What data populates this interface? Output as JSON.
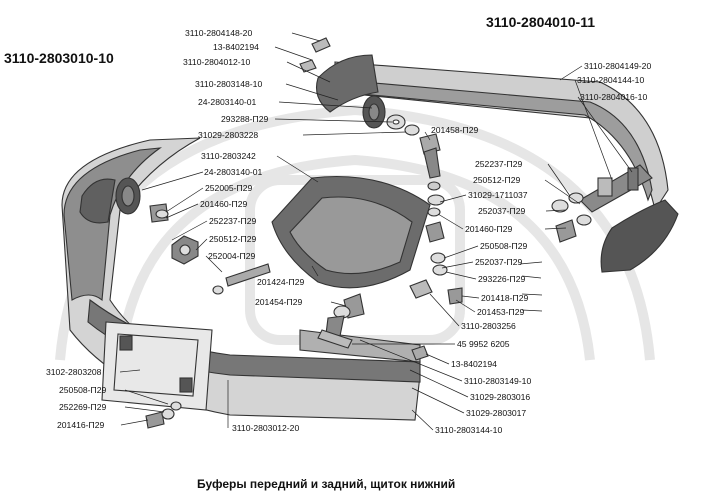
{
  "headings": {
    "front": "3110-2803010-10",
    "rear": "3110-2804010-11",
    "caption": "Буферы передний и задний, щиток нижний"
  },
  "labels": {
    "l01": "3110-2804148-20",
    "l02": "13-8402194",
    "l03": "3110-2804012-10",
    "l04": "3110-2803148-10",
    "l05": "24-2803140-01",
    "l06": "293288-П29",
    "l07": "31029-2803228",
    "l08": "201458-П29",
    "l09": "3110-2803242",
    "l10": "24-2803140-01",
    "l11": "252005-П29",
    "l12": "201460-П29",
    "l13": "252237-П29",
    "l14": "250512-П29",
    "l15": "252004-П29",
    "l16": "201424-П29",
    "l17": "201454-П29",
    "l18": "3110-2804149-20",
    "l19": "3110-2804144-10",
    "l20": "3110-2804016-10",
    "l21": "252237-П29",
    "l22": "250512-П29",
    "l23": "31029-1711037",
    "l24": "252037-П29",
    "l25": "201460-П29",
    "l26": "250508-П29",
    "l27": "252037-П29",
    "l28": "293226-П29",
    "l29": "201418-П29",
    "l30": "201453-П29",
    "l31": "3110-2803256",
    "l32": "45 9952 6205",
    "l33": "13-8402194",
    "l34": "3110-2803149-10",
    "l35": "31029-2803016",
    "l36": "31029-2803017",
    "l37": "3110-2803144-10",
    "l38": "3102-2803208",
    "l39": "250508-П29",
    "l40": "252269-П29",
    "l41": "201416-П29",
    "l42": "3110-2803012-20"
  }
}
